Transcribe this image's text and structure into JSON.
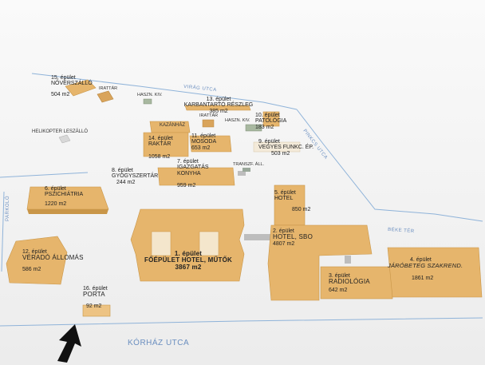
{
  "streets": {
    "virag": "VIRÁG UTCA",
    "pinkcs": "PINKCS UTCA",
    "beke": "BÉKE TÉR",
    "korhaz": "KÓRHÁZ UTCA",
    "parkolo": "PARKOLÓ"
  },
  "buildings": {
    "b15": {
      "num": "15. épület",
      "name": "NŐVÉRSZÁLLÓ",
      "area": "504 m2"
    },
    "b13": {
      "num": "13. épület",
      "name": "KARBANTARTÓ RÉSZLEG",
      "area": "385 m2"
    },
    "b10": {
      "num": "10. épület",
      "name": "PATOLÓGIA",
      "area": "183 m2"
    },
    "b14": {
      "num": "14. épület",
      "name": "RAKTÁR",
      "area": "1058 m2"
    },
    "b11": {
      "num": "11. épület",
      "name": "MOSODA",
      "area": "653 m2"
    },
    "b9": {
      "num": "9. épület",
      "name": "VEGYES FUNKC. ÉP.",
      "area": "503 m2"
    },
    "b7": {
      "num": "7. épület",
      "name": "IGAZGATÁS KONYHA",
      "area": "959 m2"
    },
    "b8": {
      "num": "8. épület",
      "name": "GYÓGYSZERTÁR",
      "area": "244 m2"
    },
    "b6": {
      "num": "6. épület",
      "name": "PSZICHIÁTRIA",
      "area": "1220 m2"
    },
    "b5": {
      "num": "5. épület",
      "name": "HOTEL",
      "area": "850 m2"
    },
    "b1": {
      "num": "1. épület",
      "name": "FŐÉPÜLET HOTEL, MŰTŐK",
      "area": "3867 m2"
    },
    "b2": {
      "num": "2. épület",
      "name": "HOTEL, SBO",
      "area": "4807 m2"
    },
    "b12": {
      "num": "12. épület",
      "name": "VÉRADÓ ÁLLOMÁS",
      "area": "586 m2"
    },
    "b3": {
      "num": "3. épület",
      "name": "RADIOLÓGIA",
      "area": "642 m2"
    },
    "b4": {
      "num": "4. épület",
      "name": "JÁRÓBETEG SZAKREND.",
      "area": "1861 m2"
    },
    "b16": {
      "num": "16. épület",
      "name": "PORTA",
      "area": "92 m2"
    }
  },
  "small": {
    "irattar1": "IRATTÁR",
    "irattar2": "IRATTÁR",
    "haszn1": "HASZN. KIV.",
    "haszn2": "HASZN. KIV.",
    "kazanhaz": "KAZÁNHÁZ",
    "helikopter": "HELIKOPTER LESZÁLLÓ",
    "transzf": "TRANSZF. ÁLL."
  },
  "colors": {
    "building": "#e6b56c",
    "building_dark": "#c99648",
    "building_top": "#edc383",
    "street_line": "#8fb3d9",
    "arrow": "#111111"
  },
  "icons": {
    "entrance": "arrow-up-icon",
    "helipad": "helipad-icon"
  }
}
